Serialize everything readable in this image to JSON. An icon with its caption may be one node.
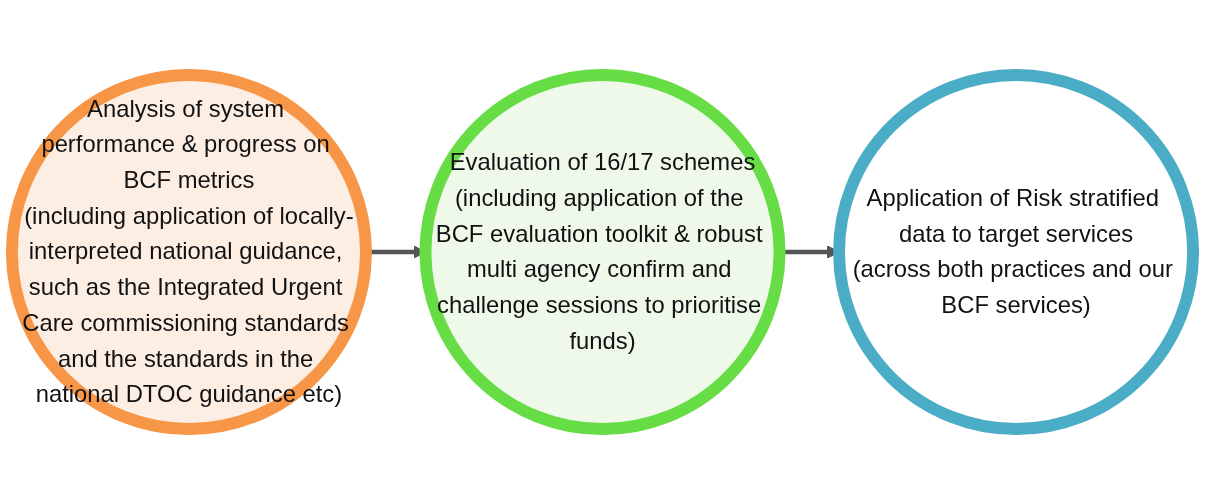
{
  "diagram": {
    "nodes": [
      {
        "text": [
          "Analysis of system performance & progress on BCF metrics",
          "(including application of locally-interpreted national guidance, such as the Integrated Urgent Care commissioning standards and the standards in the national DTOC guidance etc)"
        ]
      },
      {
        "text": [
          "Evaluation of 16/17 schemes",
          "(including application of the BCF evaluation toolkit & robust multi agency confirm and challenge sessions to prioritise funds)"
        ]
      },
      {
        "text": [
          "Application of Risk stratified data to target services",
          "(across both practices and our BCF services)"
        ]
      }
    ],
    "edges": [
      {
        "from": 0,
        "to": 1,
        "arrow": "to"
      },
      {
        "from": 1,
        "to": 2,
        "arrow": "to"
      }
    ]
  }
}
